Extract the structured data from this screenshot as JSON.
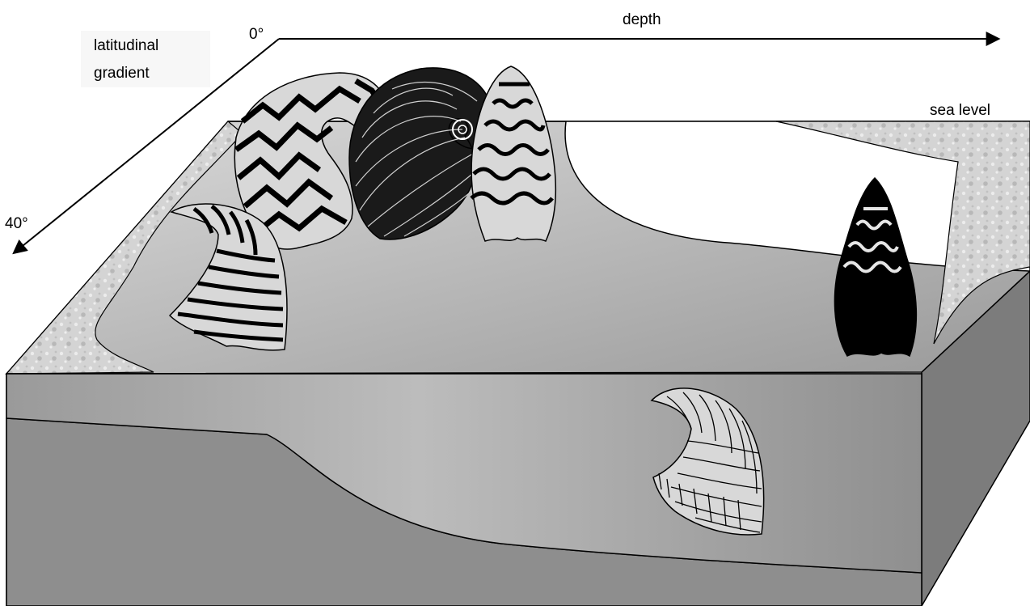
{
  "labels": {
    "latitudinal_line1": "latitudinal",
    "latitudinal_line2": "gradient",
    "zero_degree": "0°",
    "forty_degree": "40°",
    "depth": "depth",
    "sea_level": "sea level"
  },
  "colors": {
    "background": "#ffffff",
    "seafloor_light": "#d9d9d9",
    "seafloor_dark": "#9c9c9c",
    "block_front": "#8a8a8a",
    "block_side": "#7a7a7a",
    "cross_section_light": "#bdbdbd",
    "cross_section_dark": "#8e8e8e",
    "shell_light": "#d8d8d8",
    "shell_dark": "#000000",
    "rock_texture": "#cfcfcf"
  },
  "shells": [
    {
      "name": "zigzag-striped-coiled-shell",
      "pattern": "zigzag stripes",
      "fill": "light"
    },
    {
      "name": "fine-lined-coiled-shell",
      "pattern": "fine spiral lines",
      "fill": "dark"
    },
    {
      "name": "wavy-banded-conical-shell",
      "pattern": "wavy bands",
      "fill": "light"
    },
    {
      "name": "striped-curved-horn-shell",
      "pattern": "transverse stripes",
      "fill": "light"
    },
    {
      "name": "black-conical-shell",
      "pattern": "white wavy bands",
      "fill": "dark"
    },
    {
      "name": "reticulate-curved-horn-shell",
      "pattern": "fine grid lines",
      "fill": "light"
    }
  ]
}
